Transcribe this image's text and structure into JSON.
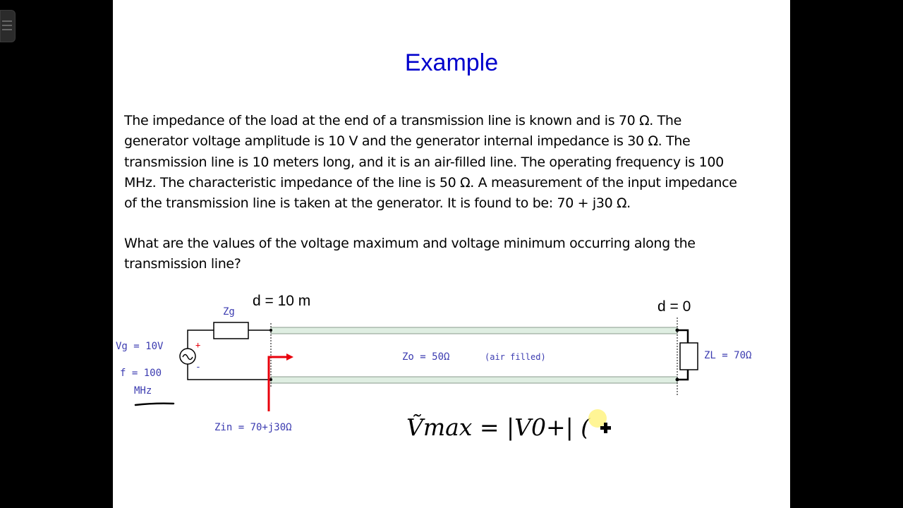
{
  "slide": {
    "title": "Example",
    "problem_lines": [
      "The impedance of the load at the end of a transmission line is known and is 70 Ω.  The",
      "generator voltage amplitude is 10 V and the generator internal impedance is 30 Ω.  The",
      "transmission line is 10 meters long, and it is an air-filled line.  The operating frequency is 100",
      "MHz.  The characteristic impedance of the line is 50 Ω.  A measurement of the input impedance",
      "of the transmission line is taken at the generator.  It is found to be:  70 + j30 Ω."
    ],
    "question_lines": [
      "What are the values of the voltage maximum and voltage minimum occurring along the",
      "transmission line?"
    ]
  },
  "diagram": {
    "d_left": "d = 10 m",
    "d_right": "d = 0",
    "zg_label": "Zg",
    "vg_label": "Vg = 10V",
    "plus_sign": "+",
    "minus_sign": "-",
    "f_label": "f = 100",
    "mhz_label": "MHz",
    "zo_label": "Zo = 50Ω",
    "air_label": "(air filled)",
    "zl_label": "ZL = 70Ω",
    "zin_label": "Zin = 70+j30Ω",
    "handwriting": "Ṽmax = |V0+| (",
    "colors": {
      "title": "#0000cc",
      "label_blue": "#3b3bb0",
      "arrow_red": "#e8000b",
      "line_green": "#dfeee2"
    }
  }
}
